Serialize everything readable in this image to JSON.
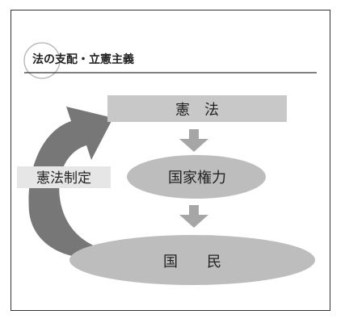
{
  "title": "法の支配・立憲主義",
  "nodes": {
    "constitution": "憲　法",
    "state_power": "国家権力",
    "people": "国　　民"
  },
  "arrow_label": "憲法制定",
  "colors": {
    "box_fill": "#c8c8c8",
    "ellipse_fill": "#bdbdbd",
    "arrow_fill": "#a6a6a6",
    "big_arrow_fill": "#777777",
    "text": "#222222",
    "line": "#333333"
  }
}
